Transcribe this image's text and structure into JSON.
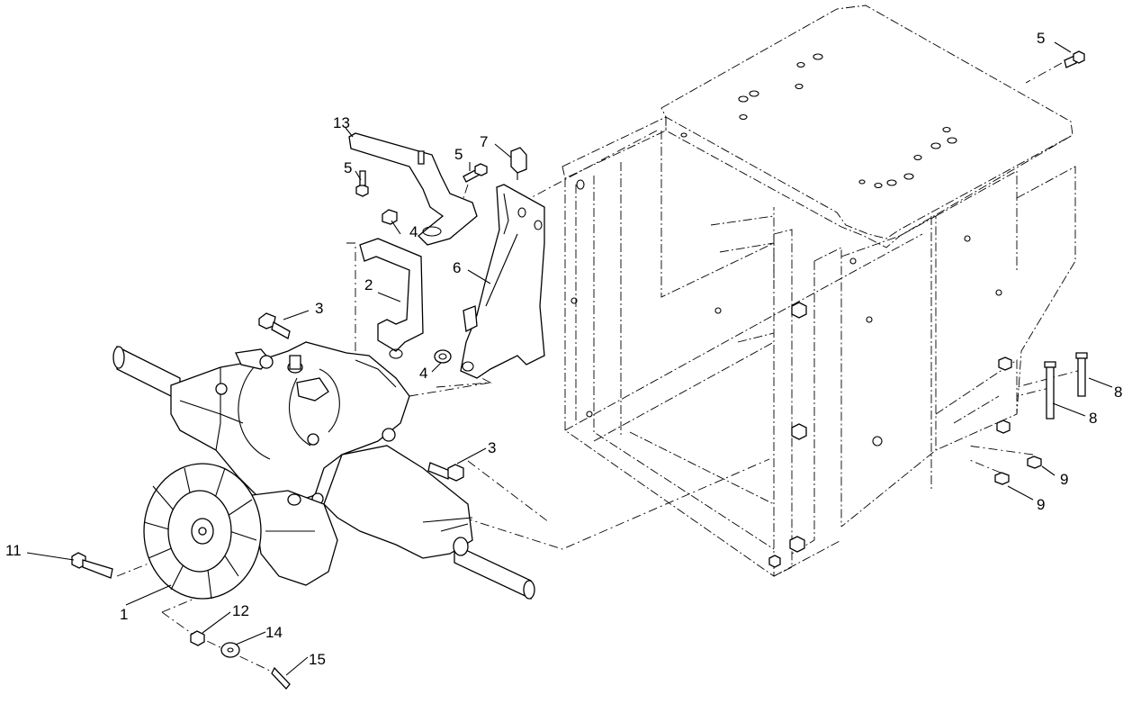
{
  "callouts": {
    "c1": "1",
    "c2": "2",
    "c3a": "3",
    "c3b": "3",
    "c4a": "4",
    "c4b": "4",
    "c5a": "5",
    "c5b": "5",
    "c5c": "5",
    "c6": "6",
    "c7": "7",
    "c8a": "8",
    "c8b": "8",
    "c9a": "9",
    "c9b": "9",
    "c11": "11",
    "c12": "12",
    "c13": "13",
    "c14": "14",
    "c15": "15"
  }
}
